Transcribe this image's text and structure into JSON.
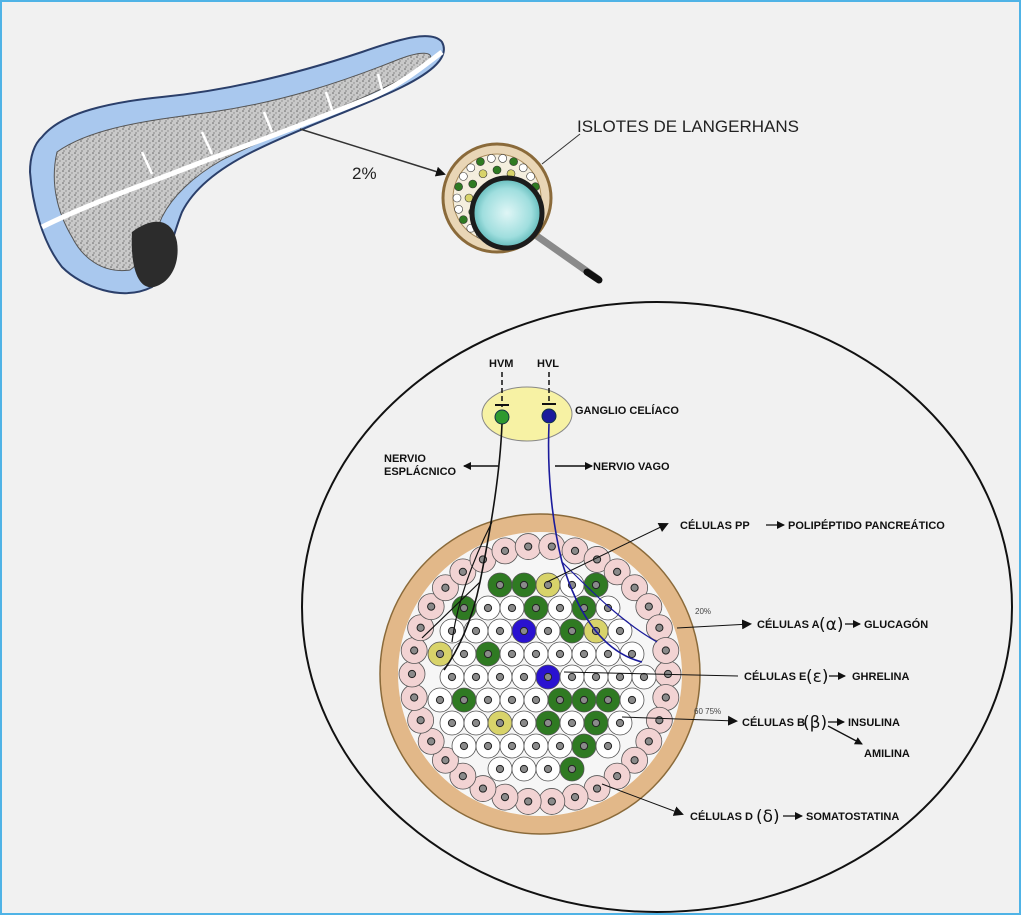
{
  "pancreas": {
    "percent_label": "2%"
  },
  "islets_title": "ISLOTES DE LANGERHANS",
  "innervation": {
    "hvm": "HVM",
    "hvl": "HVL",
    "ganglion": "GANGLIO CELÍACO",
    "splanchnic_line1": "NERVIO",
    "splanchnic_line2": "ESPLÁCNICO",
    "vagus": "NERVIO VAGO"
  },
  "cells": {
    "pp": {
      "label": "CÉLULAS   PP",
      "product": "POLIPÉPTIDO PANCREÁTICO"
    },
    "alpha": {
      "label": "CÉLULAS A",
      "greek": "(α)",
      "product": "GLUCAGÓN",
      "percent": "20%"
    },
    "epsilon": {
      "label": "CÉLULAS E",
      "greek": "(ε)",
      "product": "GHRELINA"
    },
    "beta": {
      "label": "CÉLULAS B",
      "greek": "(β)",
      "product": "INSULINA",
      "product2": "AMILINA",
      "percent": "60 75%"
    },
    "delta": {
      "label": "CÉLULAS D",
      "greek": "(δ)",
      "product": "SOMATOSTATINA"
    }
  },
  "colors": {
    "lobule_blue": "#a9c8ee",
    "alpha_green": "#2f7a22",
    "beta_white": "#ffffff",
    "pp_yellow": "#d8d36a",
    "epsilon_blue": "#2a12d0",
    "capsule_tan": "#e2b889",
    "acinar_pink": "#f2d3d3",
    "ganglion_yellow": "#f7f2a4"
  }
}
